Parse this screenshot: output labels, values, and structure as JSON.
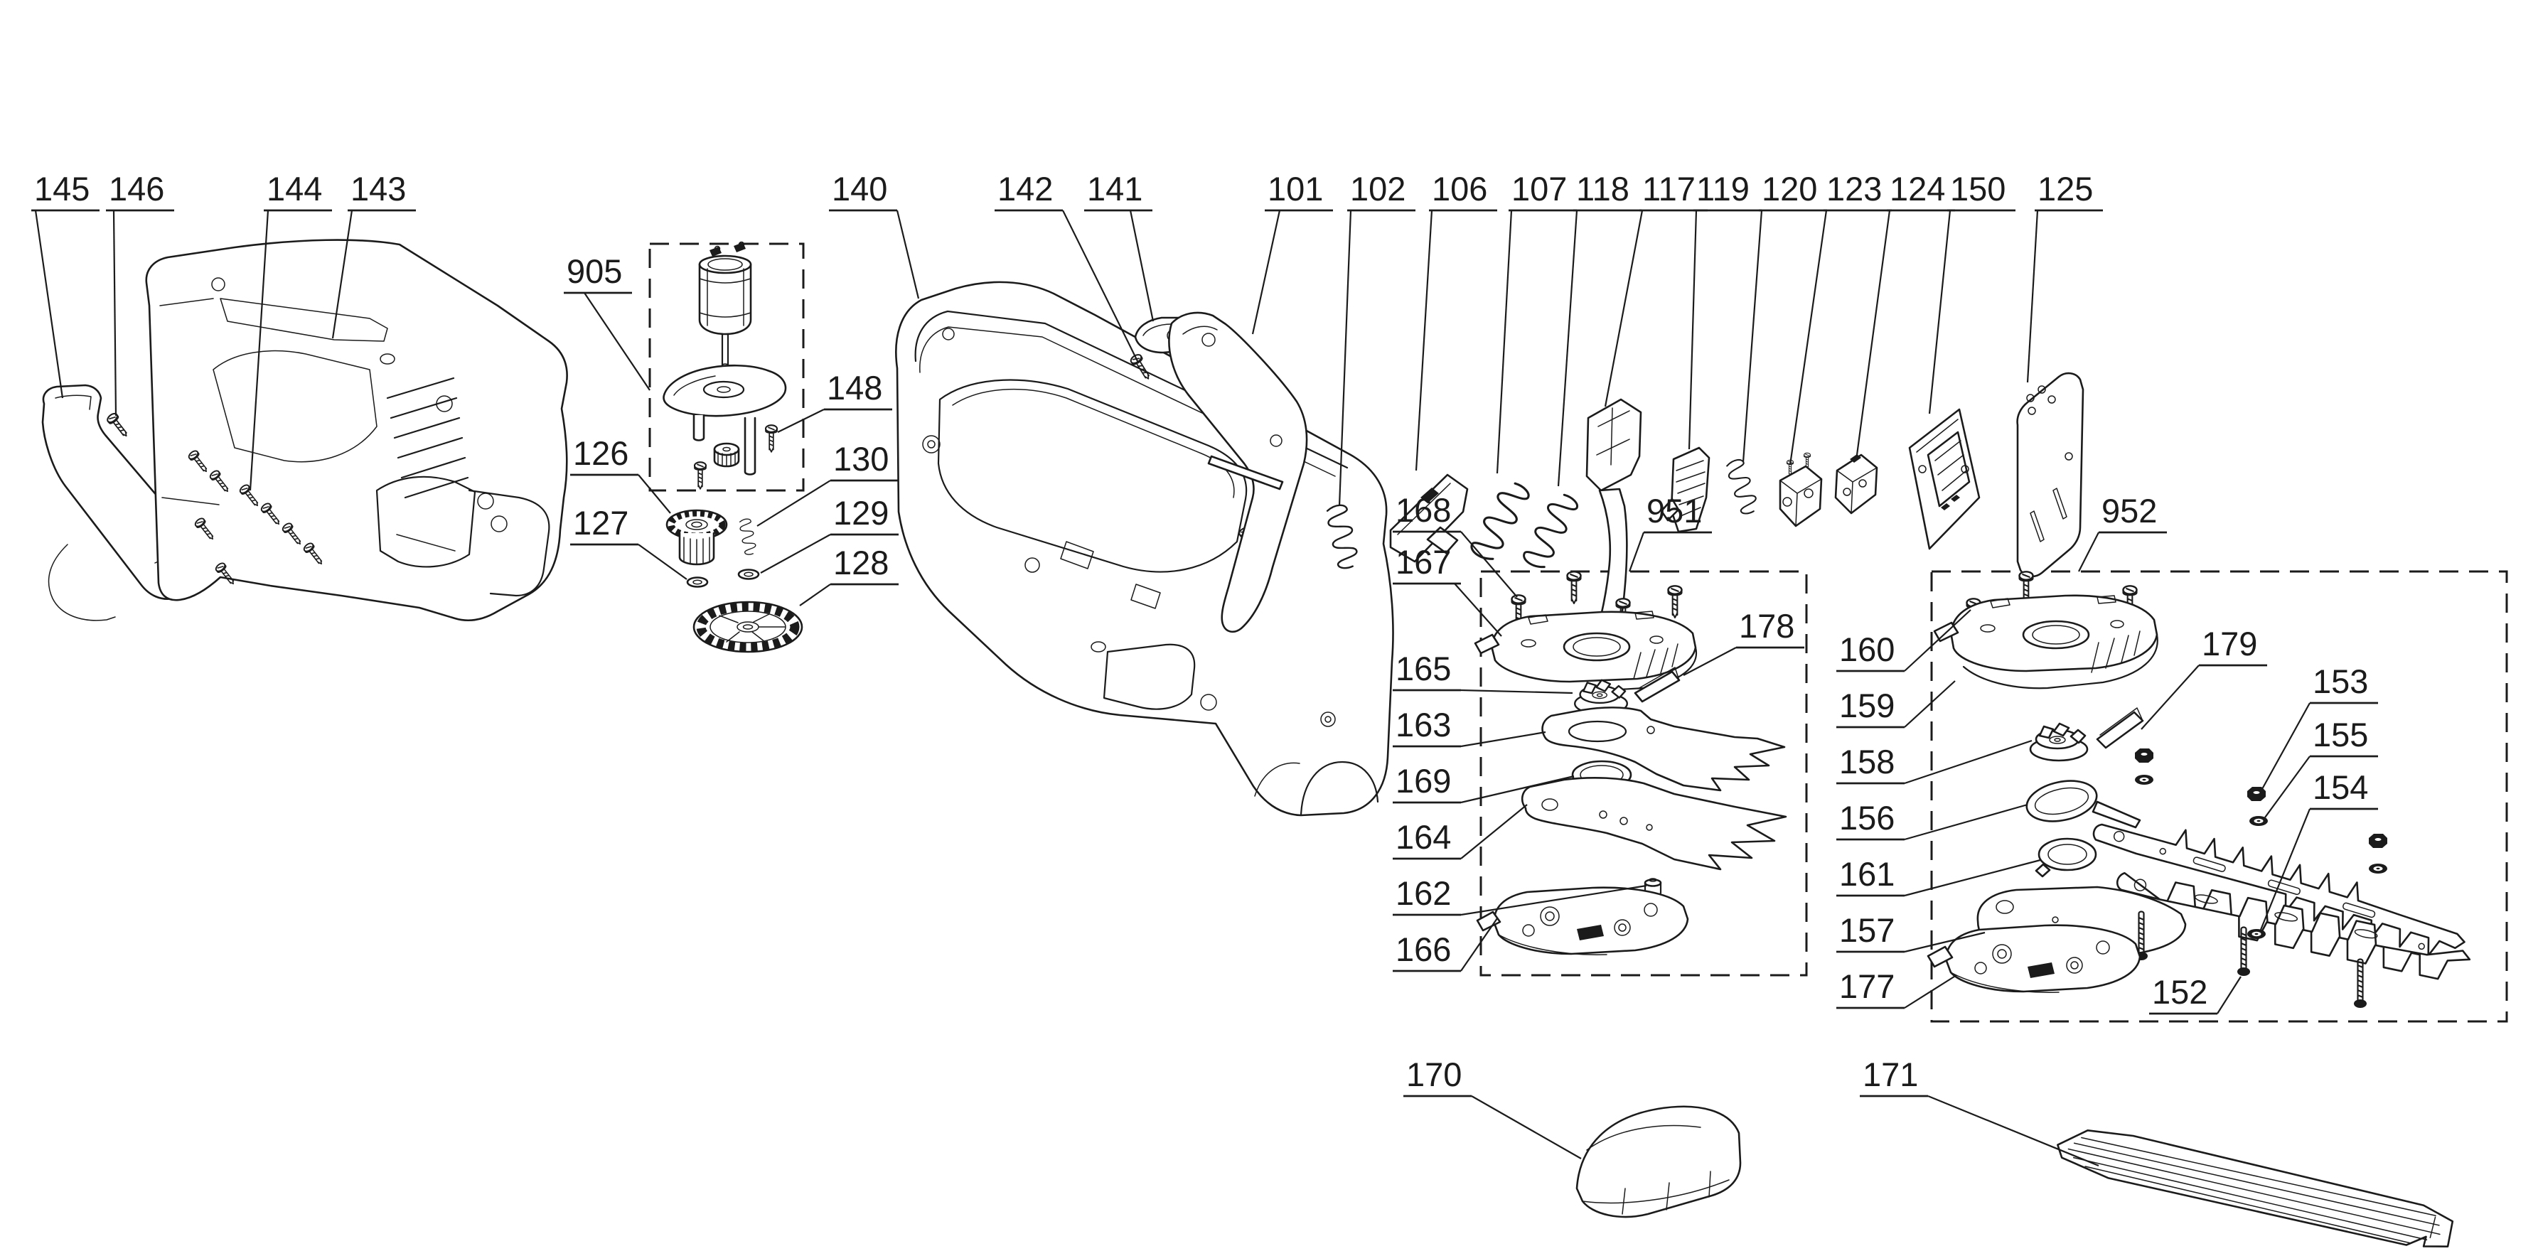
{
  "diagram": {
    "colors": {
      "background": "#ffffff",
      "line": "#1b1b1b"
    },
    "boxed_assemblies": [
      "905",
      "951",
      "952"
    ],
    "labels": {
      "p101": "101",
      "p102": "102",
      "p106": "106",
      "p107": "107",
      "p117": "117",
      "p118": "118",
      "p119": "119",
      "p120": "120",
      "p123": "123",
      "p124": "124",
      "p125": "125",
      "p126": "126",
      "p127": "127",
      "p128": "128",
      "p129": "129",
      "p130": "130",
      "p140": "140",
      "p141": "141",
      "p142": "142",
      "p143": "143",
      "p144": "144",
      "p145": "145",
      "p146": "146",
      "p148": "148",
      "p150": "150",
      "p152": "152",
      "p153": "153",
      "p154": "154",
      "p155": "155",
      "p156": "156",
      "p157": "157",
      "p158": "158",
      "p159": "159",
      "p160": "160",
      "p161": "161",
      "p162": "162",
      "p163": "163",
      "p164": "164",
      "p165": "165",
      "p166": "166",
      "p167": "167",
      "p168": "168",
      "p169": "169",
      "p170": "170",
      "p171": "171",
      "p177": "177",
      "p178": "178",
      "p179": "179",
      "p905": "905",
      "p951": "951",
      "p952": "952"
    }
  }
}
